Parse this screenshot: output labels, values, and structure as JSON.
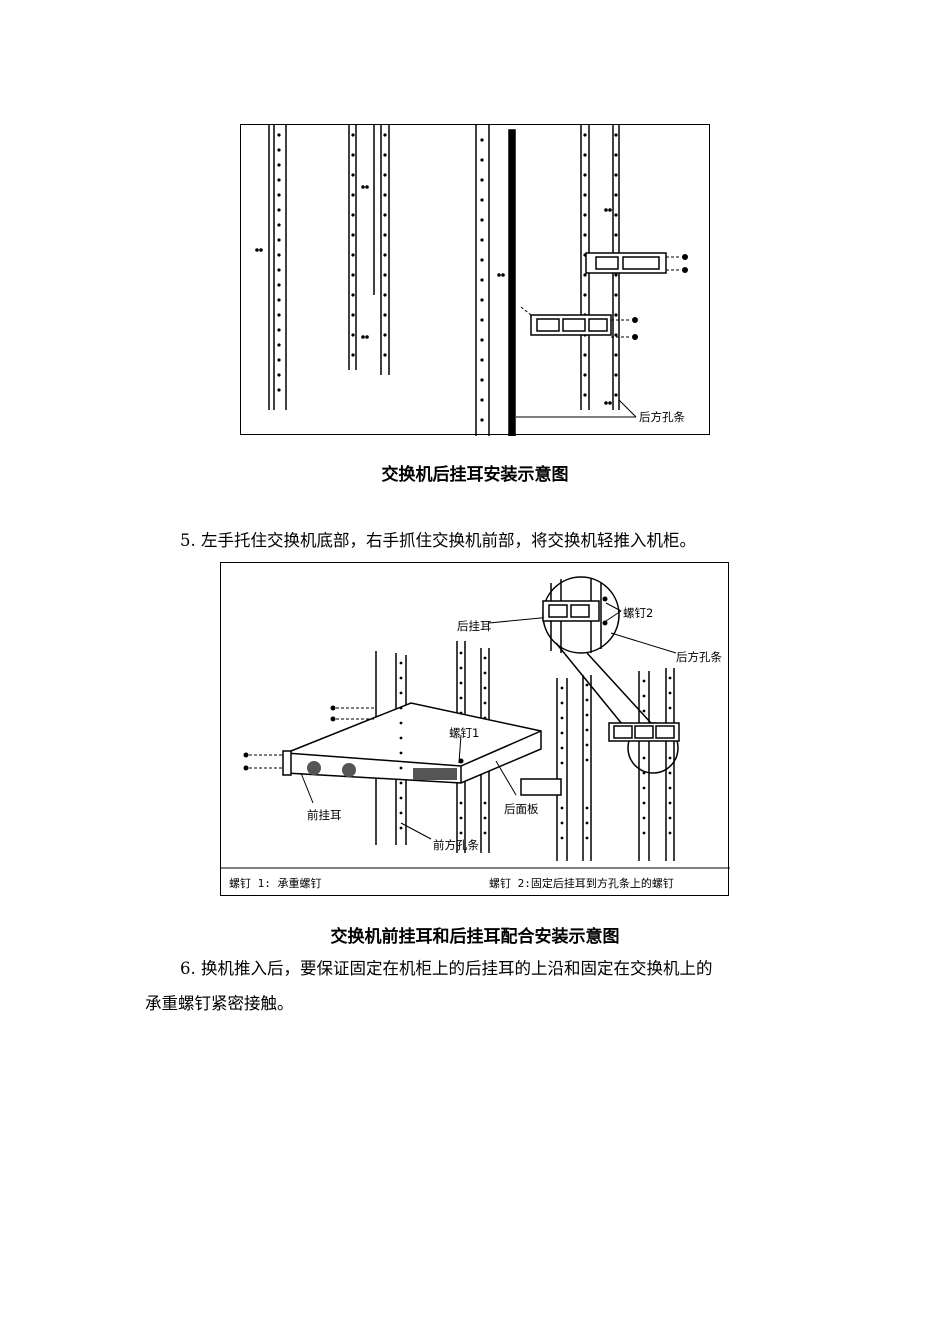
{
  "figure1": {
    "label_rear_rail": "后方孔条",
    "caption": "交换机后挂耳安装示意图"
  },
  "step5": "5. 左手托住交换机底部，右手抓住交换机前部，将交换机轻推入机柜。",
  "figure2": {
    "label_rear_ear": "后挂耳",
    "label_screw2": "螺钉2",
    "label_rear_rail": "后方孔条",
    "label_screw1": "螺钉1",
    "label_back_panel": "后面板",
    "label_front_ear": "前挂耳",
    "label_front_rail": "前方孔条",
    "note_screw1": "螺钉 1: 承重螺钉",
    "note_screw2": "螺钉 2:固定后挂耳到方孔条上的螺钉",
    "caption": "交换机前挂耳和后挂耳配合安装示意图"
  },
  "step6_line1": "6. 换机推入后，要保证固定在机柜上的后挂耳的上沿和固定在交换机上的",
  "step6_line2": "承重螺钉紧密接触。"
}
